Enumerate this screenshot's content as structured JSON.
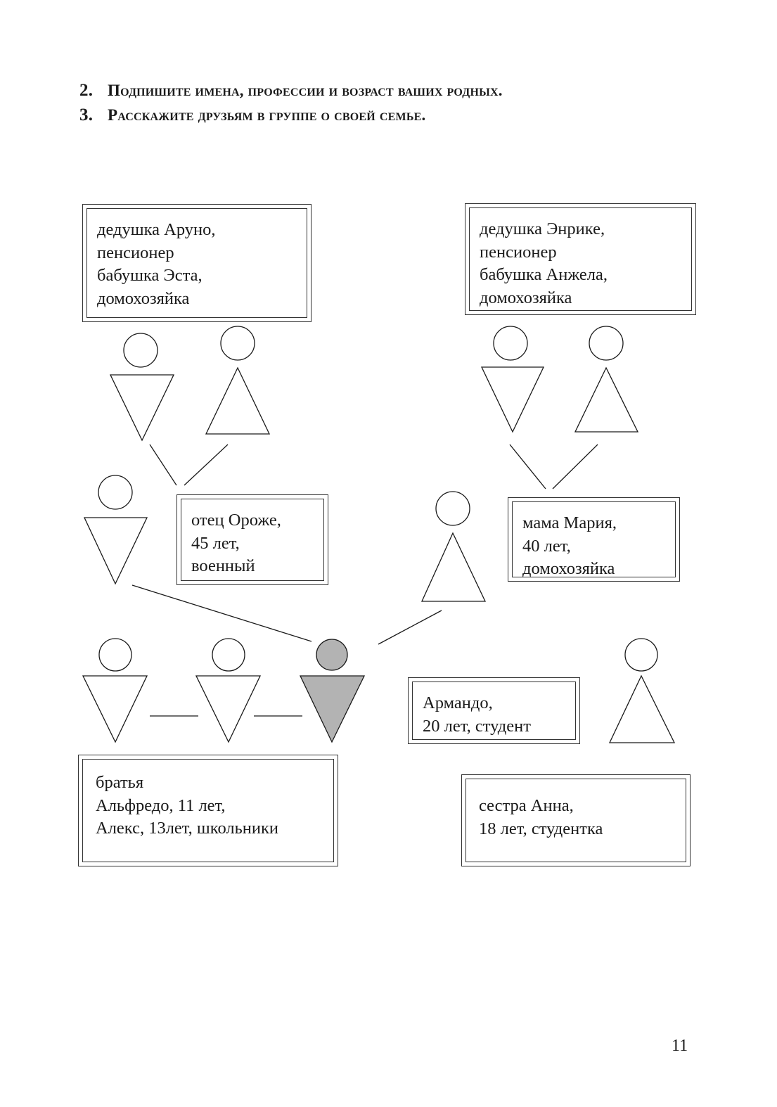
{
  "instructions": [
    {
      "num": "2.",
      "text": "Подпишите имена, профессии и возраст ваших родных."
    },
    {
      "num": "3.",
      "text": "Расскажите друзьям в группе о своей семье."
    }
  ],
  "boxes": {
    "grandparents_left": [
      "дедушка Аруно,",
      "пенсионер",
      "бабушка Эста,",
      "домохозяйка"
    ],
    "grandparents_right": [
      "дедушка Энрике,",
      "пенсионер",
      "бабушка Анжела,",
      "домохозяйка"
    ],
    "father": [
      "отец Ороже,",
      "45 лет,",
      "военный"
    ],
    "mother": [
      "мама Мария,",
      "40 лет,",
      "домохозяйка"
    ],
    "self": [
      "Армандо,",
      "20 лет, студент"
    ],
    "brothers": [
      "братья",
      "Альфредо, 11 лет,",
      "Алекс, 13лет, школьники"
    ],
    "sister": [
      "сестра Анна,",
      "18 лет, студентка"
    ]
  },
  "colors": {
    "line": "#1a1a1a",
    "highlight_fill": "#b3b3b3"
  },
  "page_number": "11"
}
